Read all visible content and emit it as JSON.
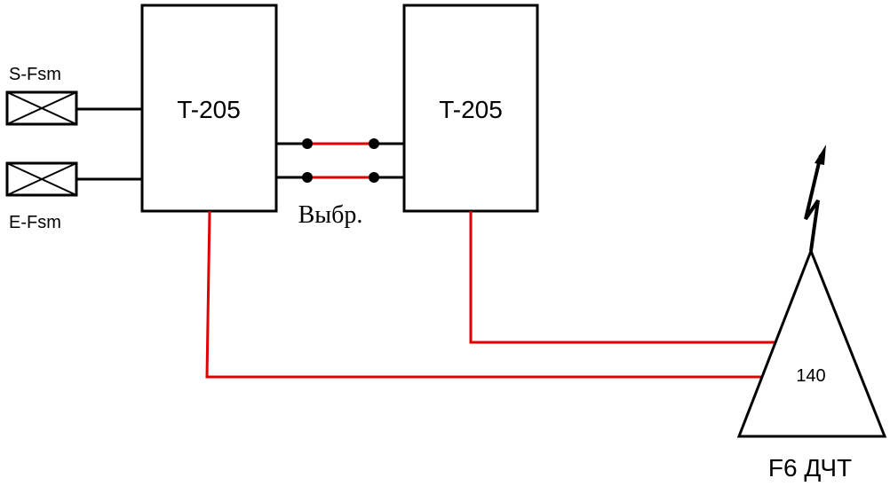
{
  "diagram": {
    "blocks": [
      {
        "id": "left",
        "label": "T-205"
      },
      {
        "id": "right",
        "label": "T-205"
      }
    ],
    "connectors": [
      {
        "id": "s",
        "label": "S-Fsm"
      },
      {
        "id": "e",
        "label": "E-Fsm"
      }
    ],
    "link_label": "Выбр.",
    "antenna": {
      "value": "140",
      "label": "F6 ДЧТ"
    },
    "colors": {
      "line": "#000000",
      "cable": "#e00000"
    }
  }
}
